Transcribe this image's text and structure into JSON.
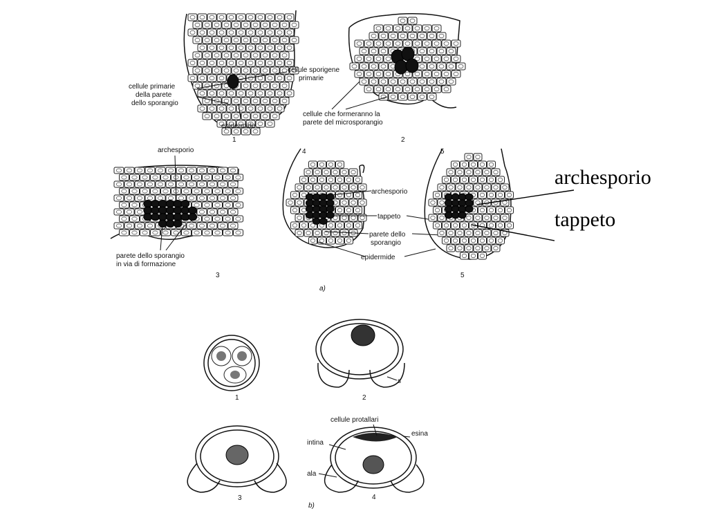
{
  "panel_a": {
    "caption": "a)",
    "fig1": {
      "number": "1",
      "label_walls": [
        "cellule primarie",
        "della parete",
        "dello sporangio"
      ],
      "label_sporogenous": [
        "cellule sporigene",
        "primarie"
      ],
      "label_epidermis": "epidermide"
    },
    "fig2": {
      "number": "2",
      "label_wall_future": [
        "cellule che formeranno la",
        "parete del microsporangio"
      ]
    },
    "fig3": {
      "number": "3",
      "label_archesporium": "archesporio",
      "label_wall_forming": [
        "parete dello sporangio",
        "in via di formazione"
      ]
    },
    "fig4": {
      "number": "4",
      "label_archesporium": "archesporio",
      "label_tapetum": "tappeto",
      "label_wall": [
        "parete dello",
        "sporangio"
      ],
      "label_epidermis": "epidermide"
    },
    "fig5": {
      "number": "5"
    }
  },
  "callouts": {
    "archesporio": "archesporio",
    "tappeto": "tappeto"
  },
  "panel_b": {
    "caption": "b)",
    "fig1": {
      "number": "1"
    },
    "fig2": {
      "number": "2",
      "label_s": "s"
    },
    "fig3": {
      "number": "3"
    },
    "fig4": {
      "number": "4",
      "label_prothallial": "cellule protallari",
      "label_exine": "esina",
      "label_intine": "intina",
      "label_wing": "ala"
    }
  }
}
